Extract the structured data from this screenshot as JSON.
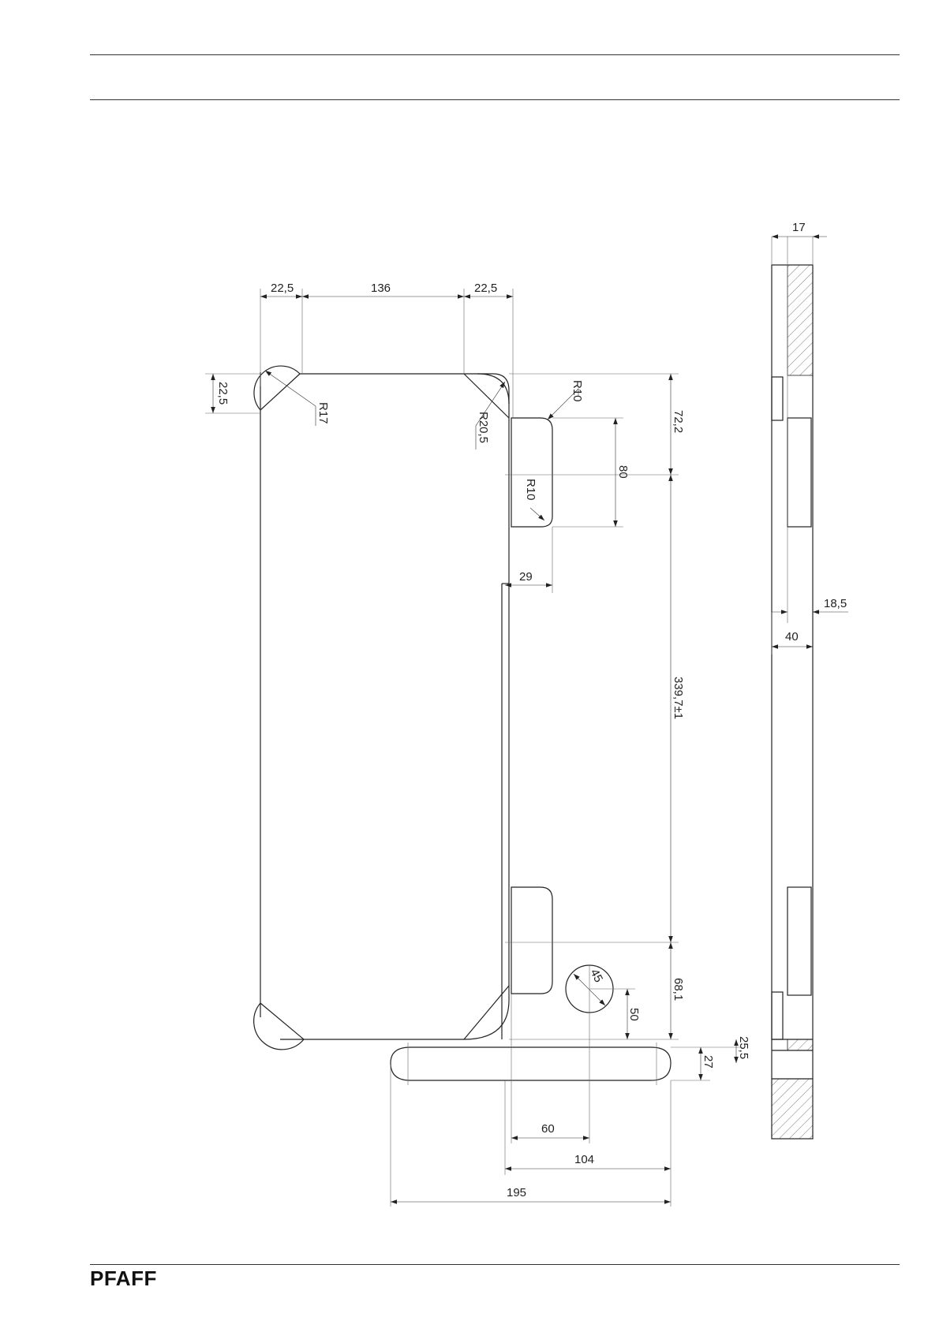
{
  "brand": {
    "logo_text": "PFAFF"
  },
  "dimensions": {
    "top_left_22_5": "22,5",
    "top_136": "136",
    "top_right_22_5": "22,5",
    "left_22_5": "22,5",
    "r17": "R17",
    "r20_5": "R20,5",
    "r10_top": "R10",
    "r10_inner": "R10",
    "d72_2": "72,2",
    "d80": "80",
    "d29": "29",
    "d339_7": "339,7±1",
    "d68_1": "68,1",
    "d45": "45",
    "d50": "50",
    "d25_5": "25,5",
    "d27": "27",
    "d60": "60",
    "d104": "104",
    "d195": "195",
    "side_17": "17",
    "side_18_5": "18,5",
    "side_40": "40"
  }
}
